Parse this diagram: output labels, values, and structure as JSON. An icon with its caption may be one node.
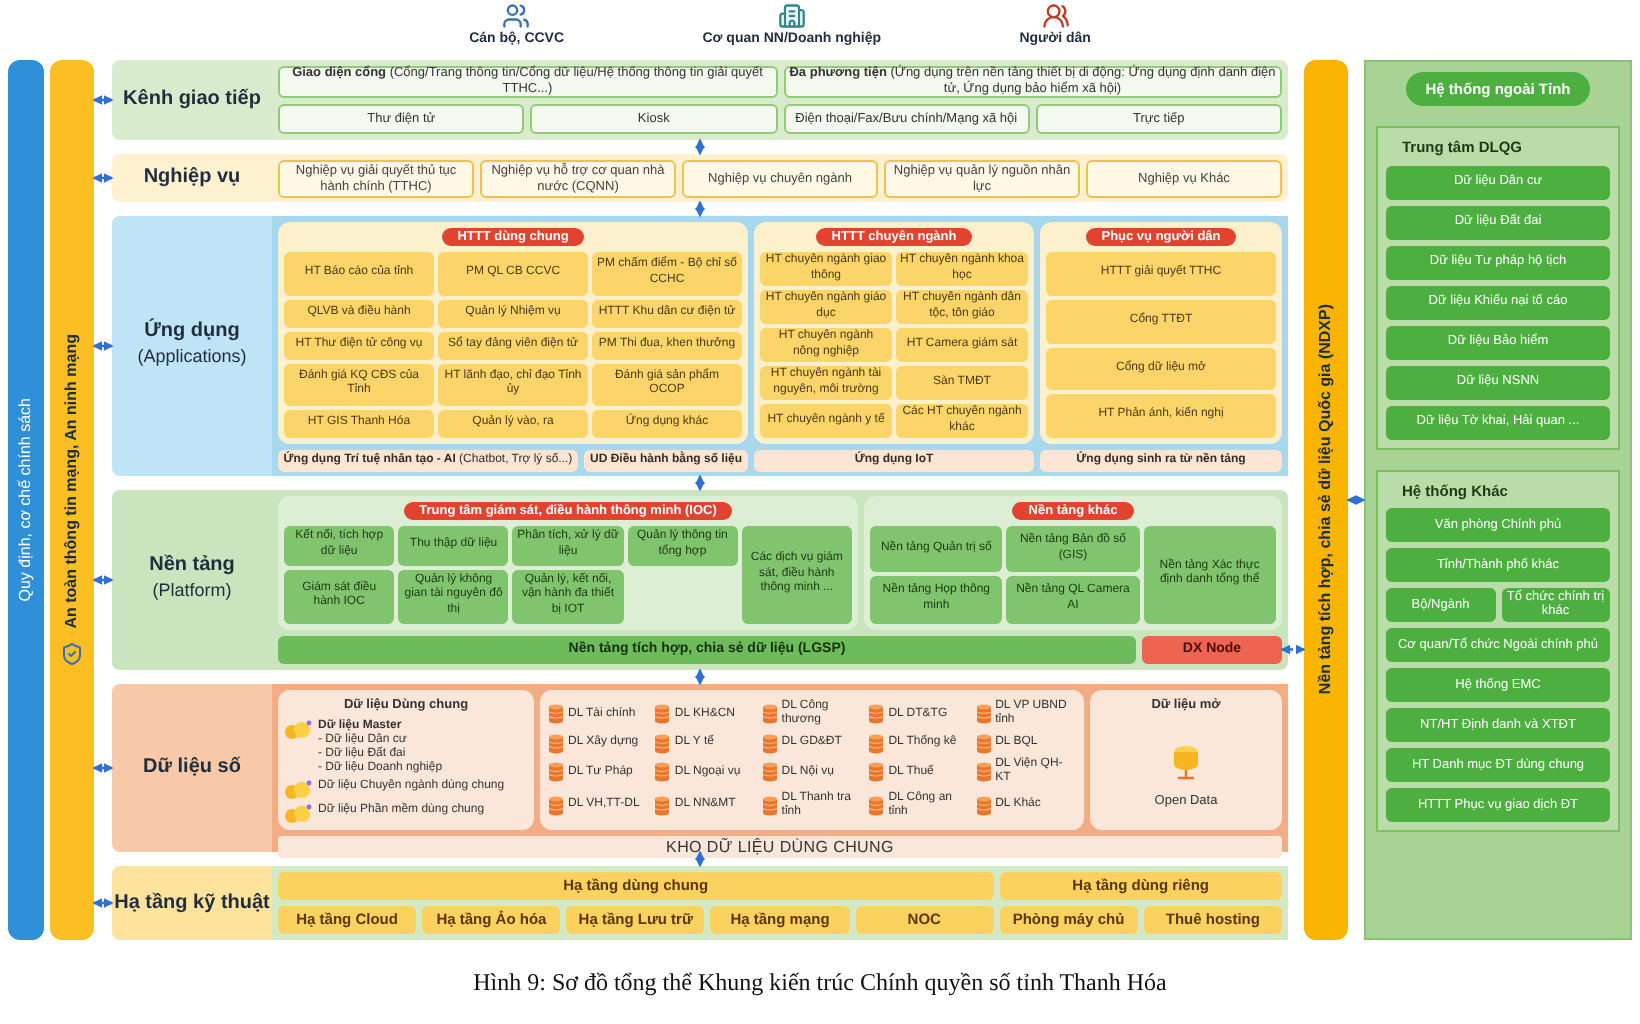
{
  "diagram": {
    "caption": "Hình 9: Sơ đồ tổng thể Khung kiến trúc Chính quyền số tỉnh Thanh Hóa",
    "nodes": [
      {
        "text": [
          "Quy định, cơ chế chính sách"
        ]
      },
      {
        "text": [
          "An toàn thông tin mạng, An ninh mạng"
        ]
      },
      {
        "text": [
          "Kênh giao tiếp"
        ]
      },
      {
        "text": [
          "**Giao diện cổng** (Cổng/Trang thông tin/Cổng dữ liệu/Hệ thống thông tin giải quyết TTHC...)"
        ],
        "in": 2
      },
      {
        "text": [
          "**Đa phương tiện** (Ứng dụng trên nền tảng thiết bị di động: Ứng dụng định danh điện tử, Ứng dụng bảo hiểm xã hội)"
        ],
        "in": 2
      },
      {
        "text": [
          "Thư điện tử"
        ],
        "in": 2
      },
      {
        "text": [
          "Kiosk"
        ],
        "in": 2
      },
      {
        "text": [
          "Điện thoại/Fax/Bưu chính/Mạng xã hội"
        ],
        "in": 2
      },
      {
        "text": [
          "Trực tiếp"
        ],
        "in": 2
      },
      {
        "text": [
          "Nghiệp vụ"
        ]
      },
      {
        "text": [
          "Nghiệp vụ giải quyết thủ tục hành chính (TTHC)"
        ],
        "in": 9
      },
      {
        "text": [
          "Nghiệp vụ hỗ trợ cơ quan nhà nước (CQNN)"
        ],
        "in": 9
      },
      {
        "text": [
          "Nghiệp vụ chuyên ngành"
        ],
        "in": 9
      },
      {
        "text": [
          "Nghiệp vụ quản lý nguồn nhân lực"
        ],
        "in": 9
      },
      {
        "text": [
          "Nghiệp vụ Khác"
        ],
        "in": 9
      },
      {
        "text": [
          "Ứng dụng",
          "(Applications)"
        ]
      },
      {
        "text": [
          "HTTT dùng chung"
        ],
        "in": 15
      },
      {
        "text": [
          "HT Báo cáo của tỉnh"
        ],
        "in": 16
      },
      {
        "text": [
          "PM QL CB CCVC"
        ],
        "in": 16
      },
      {
        "text": [
          "PM chấm điểm - Bộ chỉ số CCHC"
        ],
        "in": 16
      },
      {
        "text": [
          "QLVB và điều hành"
        ],
        "in": 16
      },
      {
        "text": [
          "Quản lý Nhiệm vụ"
        ],
        "in": 16
      },
      {
        "text": [
          "HTTT Khu dân cư điện tử"
        ],
        "in": 16
      },
      {
        "text": [
          "HT Thư điện tử công vụ"
        ],
        "in": 16
      },
      {
        "text": [
          "Sổ tay đảng viên điện tử"
        ],
        "in": 16
      },
      {
        "text": [
          "PM Thi đua, khen thưởng"
        ],
        "in": 16
      },
      {
        "text": [
          "Đánh giá KQ CĐS của Tỉnh"
        ],
        "in": 16
      },
      {
        "text": [
          "HT lãnh đạo, chỉ đạo Tỉnh ủy"
        ],
        "in": 16
      },
      {
        "text": [
          "Đánh giá sản phẩm OCOP"
        ],
        "in": 16
      },
      {
        "text": [
          "HT GIS Thanh Hóa"
        ],
        "in": 16
      },
      {
        "text": [
          "Quản lý vào, ra"
        ],
        "in": 16
      },
      {
        "text": [
          "Ứng dụng khác"
        ],
        "in": 16
      },
      {
        "text": [
          "HTTT chuyên ngành"
        ],
        "in": 15
      },
      {
        "text": [
          "HT chuyên ngành giao thông"
        ],
        "in": 32
      },
      {
        "text": [
          "HT chuyên ngành khoa học"
        ],
        "in": 32
      },
      {
        "text": [
          "HT chuyên ngành giáo dục"
        ],
        "in": 32
      },
      {
        "text": [
          "HT chuyên ngành dân tộc, tôn giáo"
        ],
        "in": 32
      },
      {
        "text": [
          "HT chuyên ngành nông nghiệp"
        ],
        "in": 32
      },
      {
        "text": [
          "HT Camera giám sát"
        ],
        "in": 32
      },
      {
        "text": [
          "HT chuyên ngành tài nguyên, môi trường"
        ],
        "in": 32
      },
      {
        "text": [
          "Sàn TMĐT"
        ],
        "in": 32
      },
      {
        "text": [
          "HT chuyên ngành y tế"
        ],
        "in": 32
      },
      {
        "text": [
          "Các HT chuyên ngành khác"
        ],
        "in": 32
      },
      {
        "text": [
          "Phục vụ người dân"
        ],
        "in": 15
      },
      {
        "text": [
          "HTTT giải quyết TTHC"
        ],
        "in": 43
      },
      {
        "text": [
          "Cổng TTĐT"
        ],
        "in": 43
      },
      {
        "text": [
          "Cổng dữ liệu mở"
        ],
        "in": 43
      },
      {
        "text": [
          "HT Phản ánh, kiến nghị"
        ],
        "in": 43
      },
      {
        "text": [
          "**Ứng dụng Trí tuệ nhân tạo - AI** (Chatbot, Trợ lý số...)"
        ],
        "in": 15
      },
      {
        "text": [
          "UD Điều hành bằng số liệu"
        ],
        "in": 15
      },
      {
        "text": [
          "Ứng dụng IoT"
        ],
        "in": 15
      },
      {
        "text": [
          "Ứng dụng sinh ra từ nền tảng"
        ],
        "in": 15
      },
      {
        "text": [
          "Nền tảng",
          "(Platform)"
        ]
      },
      {
        "text": [
          "Trung tâm giám sát, điều hành thông minh (IOC)"
        ],
        "in": 52
      },
      {
        "text": [
          "Kết nối, tích hợp dữ liệu"
        ],
        "in": 53
      },
      {
        "text": [
          "Thu thập dữ liệu"
        ],
        "in": 53
      },
      {
        "text": [
          "Phân tích, xử lý dữ liệu"
        ],
        "in": 53
      },
      {
        "text": [
          "Quản lý thông tin tổng hợp"
        ],
        "in": 53
      },
      {
        "text": [
          "Các dịch vụ giám sát, điều hành thông minh ..."
        ],
        "in": 53
      },
      {
        "text": [
          "Giám sát điều hành IOC"
        ],
        "in": 53
      },
      {
        "text": [
          "Quản lý không gian tài nguyên đô thị"
        ],
        "in": 53
      },
      {
        "text": [
          "Quản lý, kết nối, vận hành đa thiết bị IOT"
        ],
        "in": 53
      },
      {
        "text": [
          "Nền tảng khác"
        ],
        "in": 52
      },
      {
        "text": [
          "Nền tảng Quản trị số"
        ],
        "in": 62
      },
      {
        "text": [
          "Nền tảng Bản đồ số (GIS)"
        ],
        "in": 62
      },
      {
        "text": [
          "Nền tảng Xác thực định danh tổng thể"
        ],
        "in": 62
      },
      {
        "text": [
          "Nền tảng Họp thông minh"
        ],
        "in": 62
      },
      {
        "text": [
          "Nền tảng QL Camera AI"
        ],
        "in": 62
      },
      {
        "text": [
          "Nền tảng tích hợp, chia sẻ dữ liệu (LGSP)"
        ],
        "in": 52
      },
      {
        "text": [
          "DX Node"
        ],
        "in": 52
      },
      {
        "text": [
          "Dữ liệu số"
        ]
      },
      {
        "text": [
          "Dữ liệu Dùng chung"
        ],
        "in": 70
      },
      {
        "text": [
          "Dữ liệu Master",
          "- Dữ liệu Dân cư",
          "- Dữ liệu Đất đai",
          "- Dữ liệu Doanh nghiệp"
        ],
        "in": 71
      },
      {
        "text": [
          "Dữ liệu Chuyên ngành dùng chung"
        ],
        "in": 71
      },
      {
        "text": [
          "Dữ liệu Phần mềm dùng chung"
        ],
        "in": 71
      },
      {
        "text": [],
        "shape": "box",
        "in": 70
      },
      {
        "text": [
          "DL Tài chính"
        ],
        "in": 75
      },
      {
        "text": [
          "DL KH&CN"
        ],
        "in": 75
      },
      {
        "text": [
          "DL Công thương"
        ],
        "in": 75
      },
      {
        "text": [
          "DL DT&TG"
        ],
        "in": 75
      },
      {
        "text": [
          "DL VP UBND tỉnh"
        ],
        "in": 75
      },
      {
        "text": [
          "DL Xây dựng"
        ],
        "in": 75
      },
      {
        "text": [
          "DL Y tế"
        ],
        "in": 75
      },
      {
        "text": [
          "DL GD&ĐT"
        ],
        "in": 75
      },
      {
        "text": [
          "DL Thống kê"
        ],
        "in": 75
      },
      {
        "text": [
          "DL BQL"
        ],
        "in": 75
      },
      {
        "text": [
          "DL Tư Pháp"
        ],
        "in": 75
      },
      {
        "text": [
          "DL Ngoại vụ"
        ],
        "in": 75
      },
      {
        "text": [
          "DL Nội vụ"
        ],
        "in": 75
      },
      {
        "text": [
          "DL Thuế"
        ],
        "in": 75
      },
      {
        "text": [
          "DL Viện QH-KT"
        ],
        "in": 75
      },
      {
        "text": [
          "DL VH,TT-DL"
        ],
        "in": 75
      },
      {
        "text": [
          "DL NN&MT"
        ],
        "in": 75
      },
      {
        "text": [
          "DL Thanh tra tỉnh"
        ],
        "in": 75
      },
      {
        "text": [
          "DL Công an tỉnh"
        ],
        "in": 75
      },
      {
        "text": [
          "DL Khác"
        ],
        "in": 75
      },
      {
        "text": [
          "Dữ liệu mở",
          "Open Data"
        ],
        "in": 70
      },
      {
        "text": [
          "KHO DỮ LIỆU DÙNG CHUNG"
        ],
        "in": 70
      },
      {
        "text": [
          "Hạ tầng kỹ thuật"
        ]
      },
      {
        "text": [
          "Hạ tầng dùng chung"
        ],
        "in": 98
      },
      {
        "text": [
          "Hạ tầng Cloud"
        ],
        "in": 98
      },
      {
        "text": [
          "Hạ tầng Ảo hóa"
        ],
        "in": 98
      },
      {
        "text": [
          "Hạ tầng Lưu trữ"
        ],
        "in": 98
      },
      {
        "text": [
          "Hạ tầng mạng"
        ],
        "in": 98
      },
      {
        "text": [
          "NOC"
        ],
        "in": 98
      },
      {
        "text": [
          "Hạ tầng dùng riêng"
        ],
        "in": 98
      },
      {
        "text": [
          "Phòng máy chủ"
        ],
        "in": 98
      },
      {
        "text": [
          "Thuê hosting"
        ],
        "in": 98
      },
      {
        "text": [
          "Nền tảng tích hợp, chia sẻ dữ liệu Quốc gia (NDXP)"
        ]
      },
      {
        "text": [
          "Hệ thống ngoài Tỉnh"
        ]
      },
      {
        "text": [
          "Trung tâm DLQG"
        ],
        "in": 109
      },
      {
        "text": [
          "Dữ liệu Dân cư"
        ],
        "in": 110
      },
      {
        "text": [
          "Dữ liệu Đất đai"
        ],
        "in": 110
      },
      {
        "text": [
          "Dữ liệu Tư pháp hộ tịch"
        ],
        "in": 110
      },
      {
        "text": [
          "Dữ liệu Khiếu nại tố cáo"
        ],
        "in": 110
      },
      {
        "text": [
          "Dữ liệu Bảo hiểm"
        ],
        "in": 110
      },
      {
        "text": [
          "Dữ liệu NSNN"
        ],
        "in": 110
      },
      {
        "text": [
          "Dữ liệu Tờ khai, Hải quan ..."
        ],
        "in": 110
      },
      {
        "text": [
          "Hệ thống Khác"
        ],
        "in": 109
      },
      {
        "text": [
          "Văn phòng Chính phủ"
        ],
        "in": 118
      },
      {
        "text": [
          "Tỉnh/Thành phố khác"
        ],
        "in": 118
      },
      {
        "text": [
          "Bộ/Ngành"
        ],
        "in": 118
      },
      {
        "text": [
          "Tổ chức chính trị khác"
        ],
        "in": 118
      },
      {
        "text": [
          "Cơ quan/Tổ chức Ngoài chính phủ"
        ],
        "in": 118
      },
      {
        "text": [
          "Hệ thống EMC"
        ],
        "in": 118
      },
      {
        "text": [
          "NT/HT Định danh và XTĐT"
        ],
        "in": 118
      },
      {
        "text": [
          "HT Danh mục ĐT dùng chung"
        ],
        "in": 118
      },
      {
        "text": [
          "HTTT Phục vụ giao dịch ĐT"
        ],
        "in": 118
      }
    ],
    "edges": [
      {
        "from": 1,
        "to": 2,
        "arrow": "both",
        "style": "dashed"
      },
      {
        "from": 1,
        "to": 9,
        "arrow": "both",
        "style": "dashed"
      },
      {
        "from": 1,
        "to": 15,
        "arrow": "both",
        "style": "dashed"
      },
      {
        "from": 1,
        "to": 52,
        "arrow": "both",
        "style": "dashed"
      },
      {
        "from": 1,
        "to": 70,
        "arrow": "both",
        "style": "dashed"
      },
      {
        "from": 1,
        "to": 98,
        "arrow": "both",
        "style": "dashed"
      },
      {
        "from": 2,
        "to": 9,
        "arrow": "both",
        "style": "dashed"
      },
      {
        "from": 9,
        "to": 15,
        "arrow": "both",
        "style": "dashed"
      },
      {
        "from": 15,
        "to": 52,
        "arrow": "both",
        "style": "dashed"
      },
      {
        "from": 52,
        "to": 70,
        "arrow": "both",
        "style": "dashed"
      },
      {
        "from": 70,
        "to": 98,
        "arrow": "both",
        "style": "dashed"
      },
      {
        "from": 69,
        "to": 108,
        "arrow": "both",
        "style": "dashed"
      },
      {
        "from": 108,
        "to": 109,
        "arrow": "both",
        "style": "dashed"
      }
    ],
    "labels": [
      "Cán bộ, CCVC",
      "Cơ quan NN/Doanh nghiệp",
      "Người dân"
    ]
  }
}
